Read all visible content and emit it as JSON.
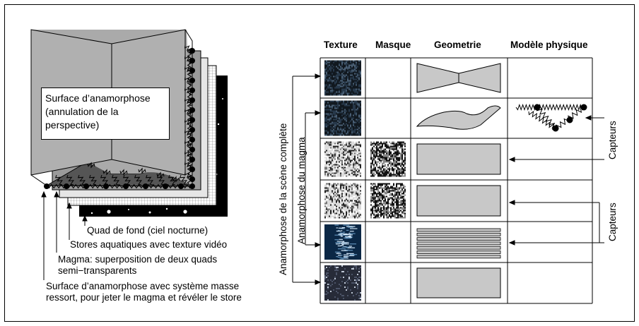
{
  "left_diagram": {
    "surface_label": [
      "Surface d’anamorphose",
      "(annulation de la",
      "perspective)"
    ],
    "captions": [
      [
        "Quad de fond (ciel nocturne)"
      ],
      [
        "Stores aquatiques avec texture vidéo"
      ],
      [
        "Magma: superposition de deux quads",
        "semi−transparents"
      ],
      [
        "Surface d’anamorphose avec système masse",
        "ressort, pour jeter le magma et révéler le store"
      ]
    ]
  },
  "table": {
    "headers": [
      "Texture",
      "Masque",
      "Geometrie",
      "Modèle physique"
    ],
    "rows": [
      {
        "texture": "dark-noise",
        "mask": "",
        "geometry": "bowtie",
        "physics": ""
      },
      {
        "texture": "dark-noise",
        "mask": "",
        "geometry": "blob",
        "physics": "spring-mass"
      },
      {
        "texture": "grey-noise",
        "mask": "bw-noise",
        "geometry": "rect",
        "physics": ""
      },
      {
        "texture": "grey-noise",
        "mask": "bw-noise",
        "geometry": "rect",
        "physics": ""
      },
      {
        "texture": "water-video",
        "mask": "",
        "geometry": "stripes",
        "physics": ""
      },
      {
        "texture": "night-sky",
        "mask": "",
        "geometry": "rect",
        "physics": ""
      }
    ],
    "bracket_labels": [
      "Anamorphose de la scène complète",
      "Anamorphose du magma"
    ],
    "sensor_labels": [
      "Capteurs",
      "Capteurs"
    ]
  }
}
